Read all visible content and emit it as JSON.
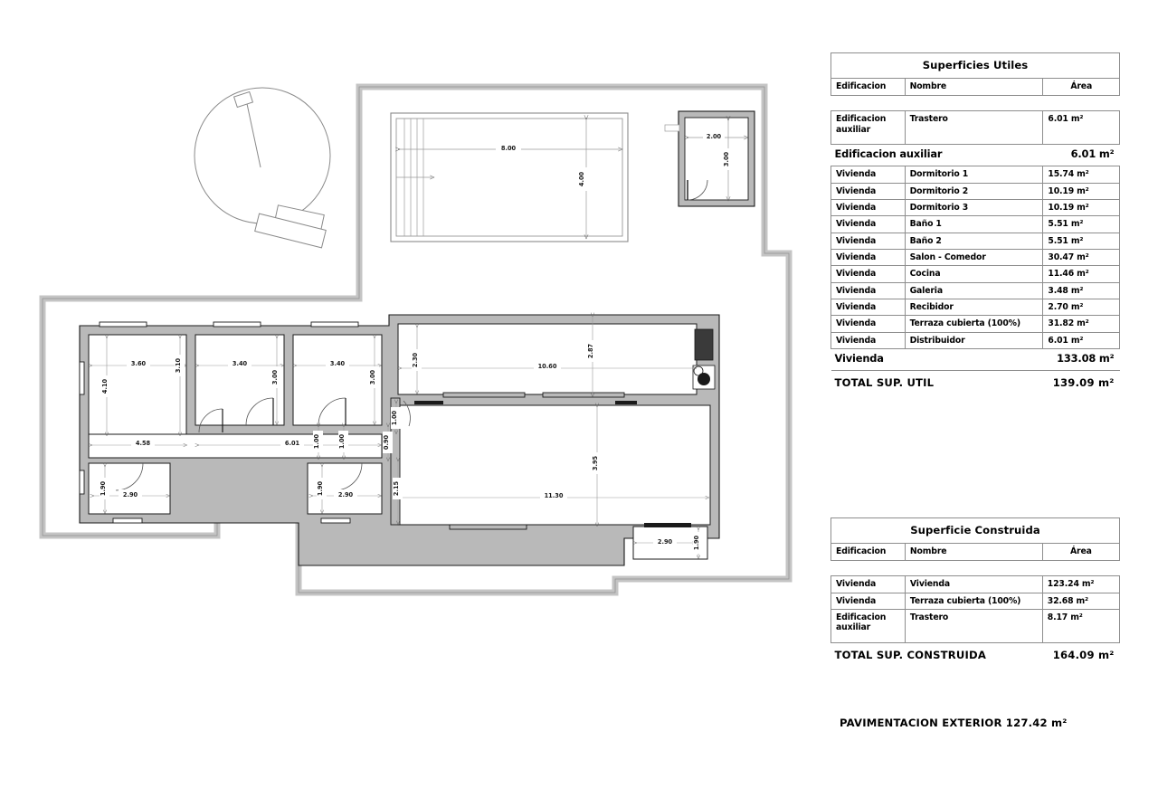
{
  "document": {
    "type": "architectural-floor-plan",
    "language": "es"
  },
  "tables": {
    "utiles": {
      "title": "Superficies Utiles",
      "columns": [
        "Edificacion",
        "Nombre",
        "Área"
      ],
      "rows": [
        {
          "edificacion": "Edificacion auxiliar",
          "nombre": "Trastero",
          "area": "6.01 m²",
          "two_line": true
        },
        {
          "summary": true,
          "label": "Edificacion auxiliar",
          "area": "6.01 m²"
        },
        {
          "edificacion": "Vivienda",
          "nombre": "Dormitorio 1",
          "area": "15.74 m²"
        },
        {
          "edificacion": "Vivienda",
          "nombre": "Dormitorio 2",
          "area": "10.19 m²"
        },
        {
          "edificacion": "Vivienda",
          "nombre": "Dormitorio 3",
          "area": "10.19 m²"
        },
        {
          "edificacion": "Vivienda",
          "nombre": "Baño 1",
          "area": "5.51 m²"
        },
        {
          "edificacion": "Vivienda",
          "nombre": "Baño 2",
          "area": "5.51 m²"
        },
        {
          "edificacion": "Vivienda",
          "nombre": "Salon - Comedor",
          "area": "30.47 m²"
        },
        {
          "edificacion": "Vivienda",
          "nombre": "Cocina",
          "area": "11.46 m²"
        },
        {
          "edificacion": "Vivienda",
          "nombre": "Galeria",
          "area": "3.48 m²"
        },
        {
          "edificacion": "Vivienda",
          "nombre": "Recibidor",
          "area": "2.70 m²"
        },
        {
          "edificacion": "Vivienda",
          "nombre": "Terraza cubierta (100%)",
          "area": "31.82 m²"
        },
        {
          "edificacion": "Vivienda",
          "nombre": "Distribuidor",
          "area": "6.01 m²"
        },
        {
          "summary": true,
          "label": "Vivienda",
          "area": "133.08 m²"
        },
        {
          "total": true,
          "label": "TOTAL SUP. UTIL",
          "area": "139.09 m²"
        }
      ]
    },
    "construida": {
      "title": "Superficie Construida",
      "columns": [
        "Edificacion",
        "Nombre",
        "Área"
      ],
      "rows": [
        {
          "edificacion": "Vivienda",
          "nombre": "Vivienda",
          "area": "123.24 m²"
        },
        {
          "edificacion": "Vivienda",
          "nombre": "Terraza cubierta (100%)",
          "area": "32.68 m²"
        },
        {
          "edificacion": "Edificacion auxiliar",
          "nombre": "Trastero",
          "area": "8.17 m²",
          "two_line": true
        },
        {
          "total": true,
          "label": "TOTAL SUP. CONSTRUIDA",
          "area": "164.09 m²"
        }
      ]
    }
  },
  "pavimentacion": "PAVIMENTACION EXTERIOR 127.42 m²",
  "plan": {
    "dimensions": {
      "pool_length": "8.00",
      "pool_width": "4.00",
      "trastero_width": "2.00",
      "trastero_depth": "3.00",
      "dorm1_width": "3.60",
      "dorm1_depth": "4.10",
      "dorm1_inner_depth": "3.10",
      "dorm2_width": "3.40",
      "dorm2_depth": "3.00",
      "dorm3_width": "3.40",
      "dorm3_depth": "3.00",
      "hall_width": "4.58",
      "hall_run": "6.01",
      "closet_a": "1.00",
      "closet_b": "1.00",
      "bano1_width": "2.90",
      "bano1_depth": "1.90",
      "bano2_width": "2.90",
      "bano2_depth": "1.90",
      "galeria_depth": "2.30",
      "terrace_length": "10.60",
      "terrace_width": "2.87",
      "door_width": "1.00",
      "door_width_2": "0.90",
      "recibidor": "2.15",
      "salon_depth": "3.95",
      "salon_length": "11.30",
      "rear_room_width": "2.90",
      "rear_room_depth": "1.90"
    }
  },
  "colors": {
    "wall_fill": "#b9b9b9",
    "wall_stroke": "#1a1a1a",
    "boundary": "#bdbdbd",
    "dim_line": "#9a9a9a",
    "text": "#000000",
    "table_border": "#8d8d8d"
  }
}
